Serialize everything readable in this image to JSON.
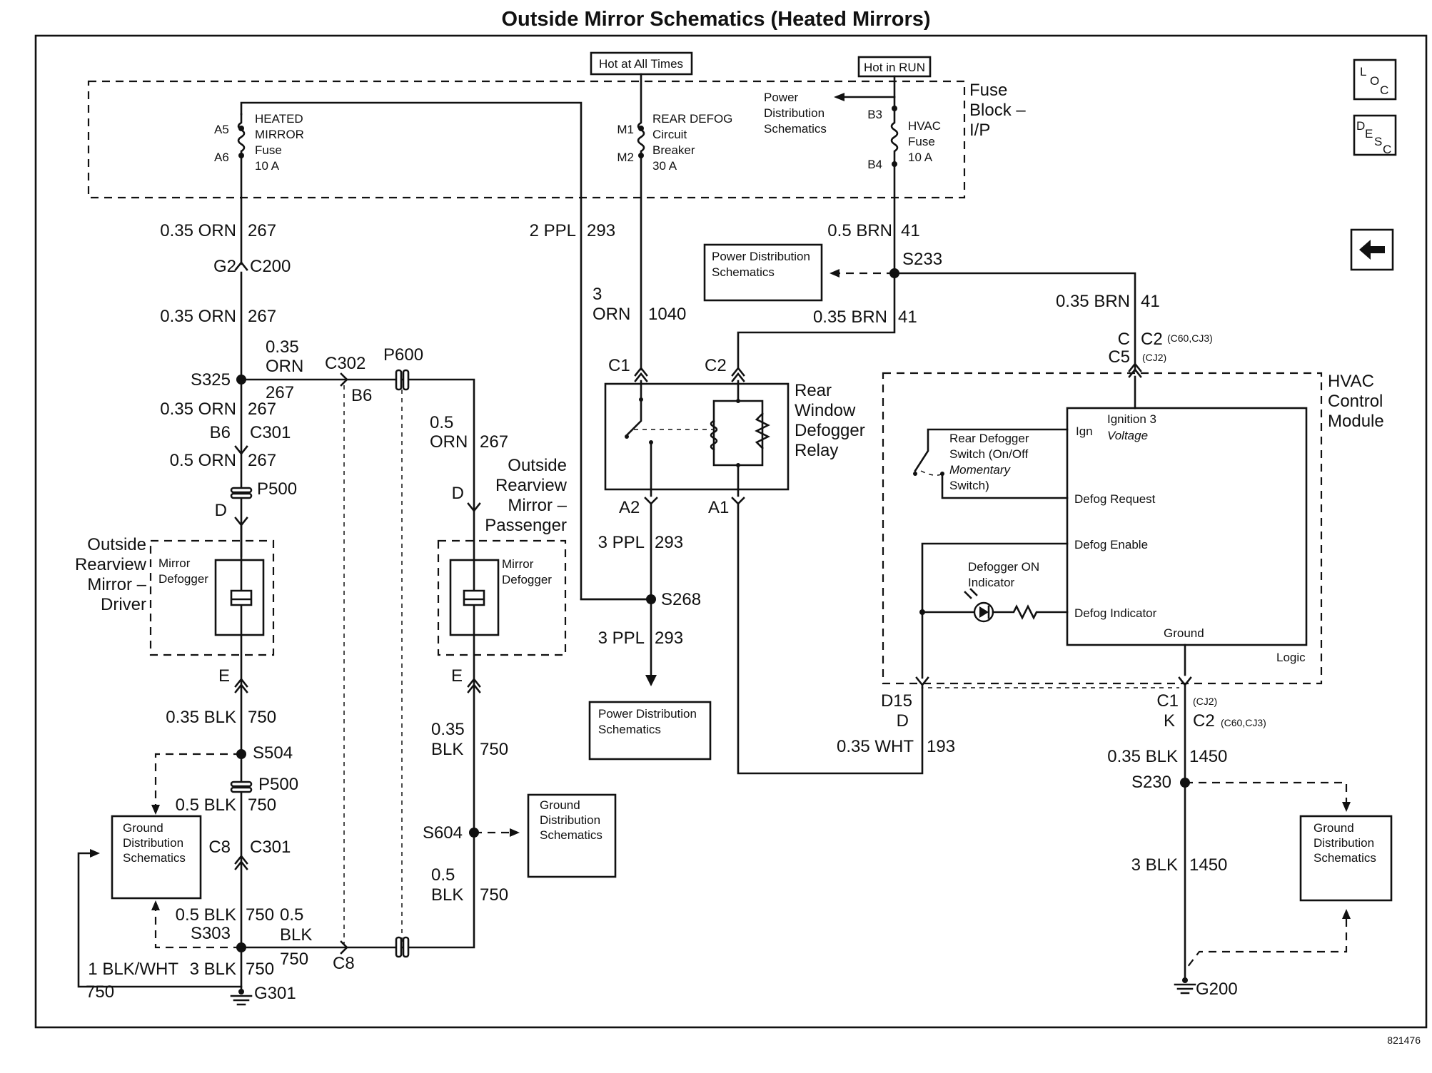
{
  "title": "Outside Mirror Schematics (Heated Mirrors)",
  "figure_id": "821476",
  "nav": {
    "loc": [
      "L",
      "O",
      "C"
    ],
    "desc": [
      "D",
      "E",
      "S",
      "C"
    ]
  },
  "hot_all_times": "Hot at All Times",
  "hot_in_run": "Hot in RUN",
  "fuse_block": [
    "Fuse",
    "Block –",
    "I/P"
  ],
  "heated_mirror_fuse": {
    "pin_a": "A5",
    "pin_b": "A6",
    "lines": [
      "HEATED",
      "MIRROR",
      "Fuse",
      "10 A"
    ]
  },
  "rear_defog_breaker": {
    "pin_a": "M1",
    "pin_b": "M2",
    "lines": [
      "REAR DEFOG",
      "Circuit",
      "Breaker",
      "30 A"
    ]
  },
  "hvac_fuse": {
    "pin_a": "B3",
    "pin_b": "B4",
    "lines": [
      "HVAC",
      "Fuse",
      "10 A"
    ]
  },
  "pds_fuse_block": [
    "Power",
    "Distribution",
    "Schematics"
  ],
  "pds_box_s233": [
    "Power Distribution",
    "Schematics"
  ],
  "pds_box_s268": [
    "Power Distribution",
    "Schematics"
  ],
  "gds_s604": [
    "Ground",
    "Distribution",
    "Schematics"
  ],
  "gds_left": [
    "Ground",
    "Distribution",
    "Schematics"
  ],
  "gds_right": [
    "Ground",
    "Distribution",
    "Schematics"
  ],
  "left": {
    "w1": [
      "0.35 ORN",
      "267"
    ],
    "c200": [
      "G2",
      "C200"
    ],
    "w2": [
      "0.35 ORN",
      "267"
    ],
    "s325": "S325",
    "branch": [
      "0.35",
      "ORN",
      "267"
    ],
    "c302": "C302",
    "b6_c302": "B6",
    "w3": [
      "0.35 ORN",
      "267"
    ],
    "c301_top": [
      "B6",
      "C301"
    ],
    "w4": [
      "0.5 ORN",
      "267"
    ],
    "p500_top": "P500",
    "d": "D",
    "mirror_label": [
      "Outside",
      "Rearview",
      "Mirror –",
      "Driver"
    ],
    "defogger": [
      "Mirror",
      "Defogger"
    ],
    "e": "E",
    "w5": [
      "0.35 BLK",
      "750"
    ],
    "s504": "S504",
    "p500_bot": "P500",
    "w6": [
      "0.5 BLK",
      "750"
    ],
    "c301_bot": [
      "C8",
      "C301"
    ],
    "w7": [
      "0.5 BLK",
      "750"
    ],
    "w7b": [
      "0.5",
      "BLK"
    ],
    "s303": "S303",
    "w8b": "750",
    "c8": "C8",
    "w9": [
      "1 BLK/WHT",
      "750"
    ],
    "w10": [
      "3 BLK",
      "750"
    ],
    "g301": "G301"
  },
  "passenger": {
    "p600": "P600",
    "w1": [
      "0.5",
      "ORN",
      "267"
    ],
    "mirror_label": [
      "Outside",
      "Rearview",
      "Mirror –",
      "Passenger"
    ],
    "d": "D",
    "defogger": [
      "Mirror",
      "Defogger"
    ],
    "e": "E",
    "w2": [
      "0.35",
      "BLK",
      "750"
    ],
    "s604": "S604",
    "w3": [
      "0.5",
      "BLK",
      "750"
    ]
  },
  "center": {
    "w_293": [
      "2 PPL",
      "293"
    ],
    "w_1040": [
      "3",
      "ORN",
      "1040"
    ],
    "w_41a": [
      "0.5 BRN",
      "41"
    ],
    "s233": "S233",
    "w_41b": [
      "0.35 BRN",
      "41"
    ],
    "c1": "C1",
    "c2": "C2",
    "relay": [
      "Rear",
      "Window",
      "Defogger",
      "Relay"
    ],
    "a2": "A2",
    "a1": "A1",
    "w_293b": [
      "3 PPL",
      "293"
    ],
    "s268": "S268",
    "w_293c": [
      "3 PPL",
      "293"
    ],
    "w_193": [
      "0.35 WHT",
      "193"
    ]
  },
  "hvac": {
    "label": [
      "HVAC",
      "Control",
      "Module"
    ],
    "w_41": [
      "0.35 BRN",
      "41"
    ],
    "conn_top": [
      "C",
      "C2",
      "(C60,CJ3)",
      "C5",
      "(CJ2)"
    ],
    "ign3": [
      "Ignition 3",
      "Voltage"
    ],
    "ign": "Ign",
    "rear_switch": [
      "Rear Defogger",
      "Switch (On/Off",
      "Momentary",
      "Switch)"
    ],
    "defog_request": "Defog Request",
    "defog_enable": "Defog Enable",
    "defogger_on": [
      "Defogger ON",
      "Indicator"
    ],
    "defog_indicator": "Defog Indicator",
    "ground": "Ground",
    "logic": "Logic",
    "d15": [
      "D15",
      "D"
    ],
    "conn_bot": [
      "C1",
      "(CJ2)",
      "K",
      "C2",
      "(C60,CJ3)"
    ],
    "w_1450a": [
      "0.35 BLK",
      "1450"
    ],
    "s230": "S230",
    "w_1450b": [
      "3 BLK",
      "1450"
    ],
    "g200": "G200"
  }
}
